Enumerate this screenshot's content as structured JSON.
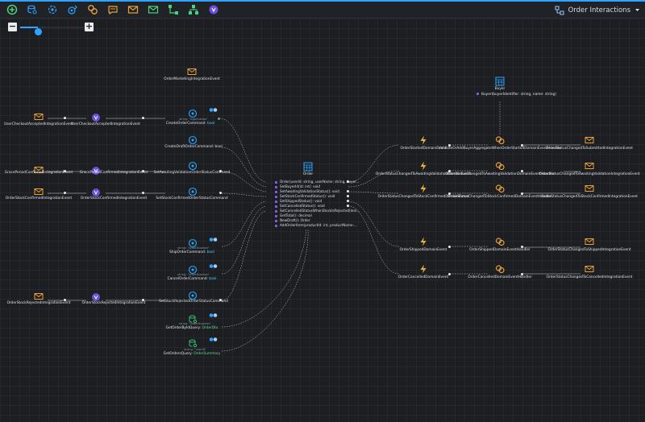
{
  "toolbar": {
    "icons": [
      "add-icon",
      "database-search-icon",
      "settings-cycle-icon",
      "settings-refresh-icon",
      "links-icon",
      "comment-icon",
      "envelope-icon",
      "envelope-green-icon",
      "hierarchy-icon",
      "hierarchy-alt-icon",
      "shield-icon"
    ],
    "view_label": "Order Interactions",
    "view_icon": "diagram-view-icon"
  },
  "colors": {
    "accent": "#2ea3ff",
    "event": "#e9a23b",
    "command": "#2aa4ff",
    "query": "#36c16d",
    "policy": "#8a6cf0",
    "port": "#4fb36a"
  },
  "zoom": {
    "level": 0.28
  },
  "nodes": {
    "market_email": "OrderMarketingIntegrationEvent",
    "int_user_checkout": "UserCheckoutAcceptedIntegrationEvent",
    "pol_user_checkout": "UserCheckoutAcceptedIntegrationEvent",
    "cmd_create": {
      "sub": "string: \"application\"",
      "label": "CreateOrderCommand",
      "ret": ": bool"
    },
    "cmd_create_draft": "CreateDraftOrderCommand: bool",
    "int_grace": "GracePeriodConfirmedIntegrationEvent",
    "pol_grace": "GracePeriodConfirmedIntegrationEvent",
    "cmd_set_awaiting": "SetAwaitingValidationOrderStatusCommand",
    "int_stock_confirmed": "OrderStockConfirmedIntegrationEvent",
    "pol_stock_confirmed": "OrderStockConfirmedIntegrationEvent",
    "cmd_set_stock_confirmed": "SetStockConfirmedOrderStatusCommand",
    "cmd_ship": {
      "sub": "string: \"orderNumber\"",
      "label": "ShipOrderCommand",
      "ret": ": bool"
    },
    "cmd_cancel": {
      "sub": "string: \"orderNumber\"",
      "label": "CancelOrderCommand",
      "ret": ": bool"
    },
    "int_stock_rejected": "OrderStockRejectedIntegrationEvent",
    "pol_stock_rejected": "OrderStockRejectedIntegrationEvent",
    "cmd_set_stock_rejected": "SetStockRejectedOrderStatusCommand",
    "qry_get_order": {
      "sub": "string: \"orderNumber\"",
      "label": "GetOrderByIdQuery",
      "ret": ": OrderDto"
    },
    "qry_get_orders": {
      "sub": "string: \"userId\"",
      "label": "GetOrdersQuery",
      "ret": ": OrderSummary"
    },
    "buyer": {
      "title": "Buyer",
      "member": "Buyer(buyerIdentifier: string, name: string)"
    },
    "de_started": "OrderStartedDomainEvent",
    "pol_validate_buyer": "ValidateOrAddBuyerAggregateWhenOrderStartedDomainEventHandler",
    "ie_submitted": "OrderStatusChangedToSubmittedIntegrationEvent",
    "de_awaiting": "OrderStatusChangedToAwaitingValidationDomainEvent",
    "pol_awaiting": "OrderStatusChangedToAwaitingValidationDomainEventHandler",
    "ie_awaiting": "OrderStatusChangedToAwaitingValidationIntegrationEvent",
    "de_stock": "OrderStatusChangedToStockConfirmedDomainEvent",
    "pol_stock": "OrderStatusChangedToStockConfirmedDomainEventHandler",
    "ie_stock": "OrderStatusChangedToStockConfirmedIntegrationEvent",
    "de_shipped": "OrderShippedDomainEvent",
    "pol_shipped": "OrderShippedDomainEventHandler",
    "ie_shipped": "OrderStatusChangedToShippedIntegrationEvent",
    "de_cancelled": "OrderCancelledDomainEvent",
    "pol_cancelled": "OrderCancelledDomainEventHandler",
    "ie_cancelled": "OrderStatusChangedToCancelledIntegrationEvent"
  },
  "aggregate": {
    "title": "Order",
    "members": [
      "Order(userId: string, userName: string, buyer...",
      "SetBuyerId(id: int): void",
      "SetAwaitingValidationStatus(): void",
      "SetStockConfirmedStatus(): void",
      "SetShippedStatus(): void",
      "SetCancelledStatus(): void",
      "SetCancelledStatusWhenStockIsRejected(Ienr...",
      "GetTotal(): decimal",
      "NewDraft(): Order",
      "AddOrderItem(productId: int, productName:..."
    ]
  }
}
